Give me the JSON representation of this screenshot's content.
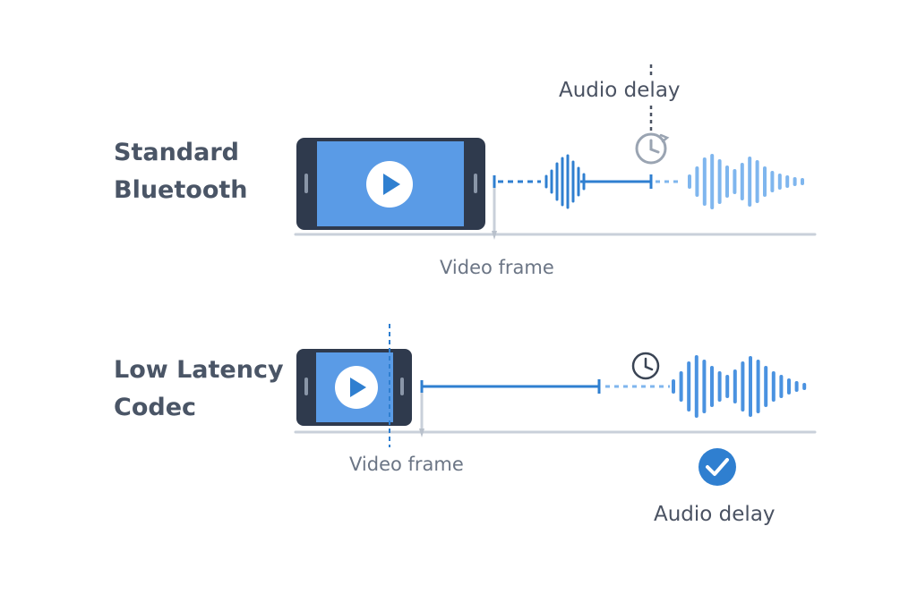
{
  "rows": [
    {
      "id": "standard",
      "title_line1": "Standard",
      "title_line2": "Bluetooth",
      "video_frame_label": "Video frame",
      "audio_delay_label": "Audio delay"
    },
    {
      "id": "low-latency",
      "title_line1": "Low Latency",
      "title_line2": "Codec",
      "video_frame_label": "Video frame",
      "audio_delay_label": "Audio delay"
    }
  ],
  "icons": {
    "play": "play-icon",
    "clock": "clock-icon",
    "check": "check-circle-icon",
    "phone": "smartphone-icon",
    "waveform": "audio-waveform-icon"
  },
  "colors": {
    "title_text": "#4a5566",
    "label_text": "#6b7585",
    "phone_body": "#2f3a4d",
    "screen_blue": "#5a9be6",
    "wave_dark_blue": "#2f7fd0",
    "wave_light_blue": "#7fb6ee",
    "axis_grey": "#c9d0da",
    "check_blue": "#2f7fd0"
  }
}
